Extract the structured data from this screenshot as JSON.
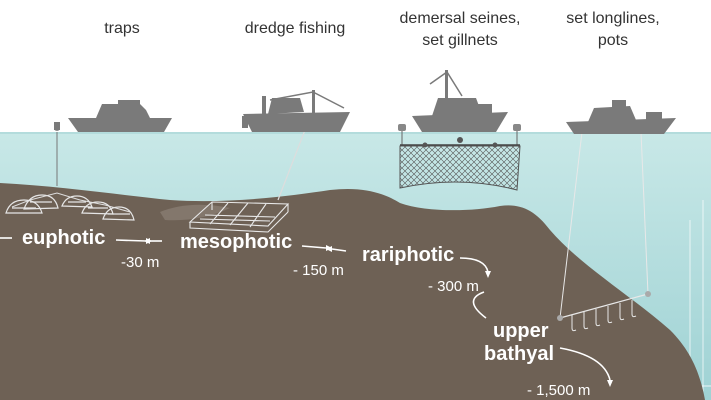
{
  "gear_labels": {
    "traps": "traps",
    "dredge": "dredge fishing",
    "seines": "demersal seines,\nset gillnets",
    "longlines": "set longlines,\npots"
  },
  "zones": {
    "euphotic": "euphotic",
    "mesophotic": "mesophotic",
    "rariphotic": "rariphotic",
    "upper_bathyal_line1": "upper",
    "upper_bathyal_line2": "bathyal"
  },
  "depths": {
    "d30": "-30 m",
    "d150": "- 150 m",
    "d300": "- 300 m",
    "d1500": "- 1,500 m"
  },
  "colors": {
    "water_surface": "#c4e6e5",
    "water_deep": "#a3d4d6",
    "seabed": "#6e6155",
    "boat": "#7a7a7a",
    "text_dark": "#333333",
    "text_light": "#ffffff"
  }
}
